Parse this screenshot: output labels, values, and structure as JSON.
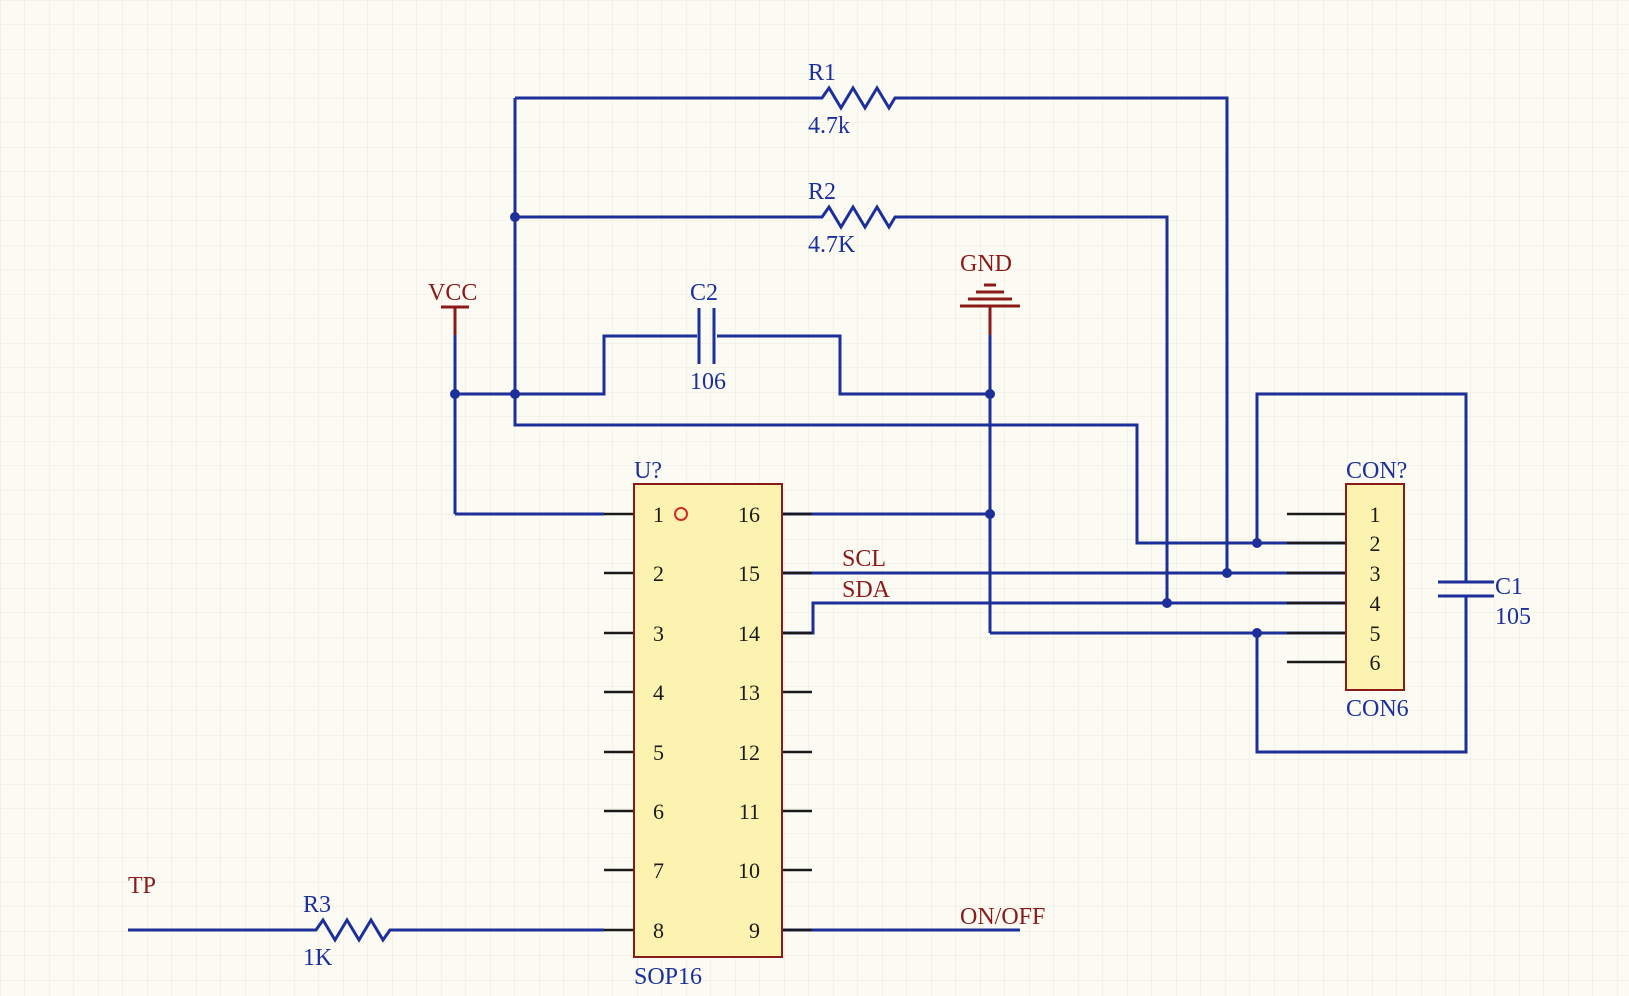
{
  "schematic": {
    "chip": {
      "designator": "U?",
      "footprint": "SOP16",
      "left_pins": [
        "1",
        "2",
        "3",
        "4",
        "5",
        "6",
        "7",
        "8"
      ],
      "right_pins": [
        "16",
        "15",
        "14",
        "13",
        "12",
        "11",
        "10",
        "9"
      ]
    },
    "connector": {
      "designator": "CON?",
      "part": "CON6",
      "pins": [
        "1",
        "2",
        "3",
        "4",
        "5",
        "6"
      ]
    },
    "resistors": {
      "r1": {
        "designator": "R1",
        "value": "4.7k"
      },
      "r2": {
        "designator": "R2",
        "value": "4.7K"
      },
      "r3": {
        "designator": "R3",
        "value": "1K"
      }
    },
    "capacitors": {
      "c1": {
        "designator": "C1",
        "value": "105"
      },
      "c2": {
        "designator": "C2",
        "value": "106"
      }
    },
    "power": {
      "vcc": "VCC",
      "gnd": "GND"
    },
    "nets": {
      "scl": "SCL",
      "sda": "SDA",
      "tp": "TP",
      "on_off": "ON/OFF"
    },
    "colors": {
      "wire": "#1c2f9a",
      "label": "#8b1a1a",
      "body_fill": "#fdf3b0",
      "background": "#fbfaf3",
      "grid": "#ebe9dd"
    }
  }
}
